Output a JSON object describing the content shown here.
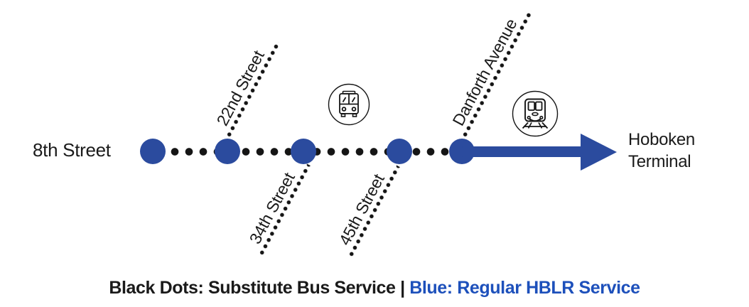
{
  "diagram": {
    "stations": [
      {
        "label": "8th Street",
        "label_position": "left"
      },
      {
        "label": "22nd Street",
        "label_position": "above"
      },
      {
        "label": "34th Street",
        "label_position": "below"
      },
      {
        "label": "45th Street",
        "label_position": "below"
      },
      {
        "label": "Danforth Avenue",
        "label_position": "above"
      },
      {
        "label": "Hoboken Terminal",
        "label_position": "right"
      }
    ],
    "icons": [
      {
        "name": "bus-icon",
        "meaning": "substitute bus segment"
      },
      {
        "name": "train-icon",
        "meaning": "regular light rail segment"
      }
    ]
  },
  "legend": {
    "black_text": "Black Dots: Substitute Bus Service",
    "separator": " | ",
    "blue_text": "Blue: Regular HBLR Service"
  },
  "colors": {
    "hblr_blue": "#2b4b9e",
    "legend_blue": "#1d50bb",
    "dots_black": "#151515"
  }
}
